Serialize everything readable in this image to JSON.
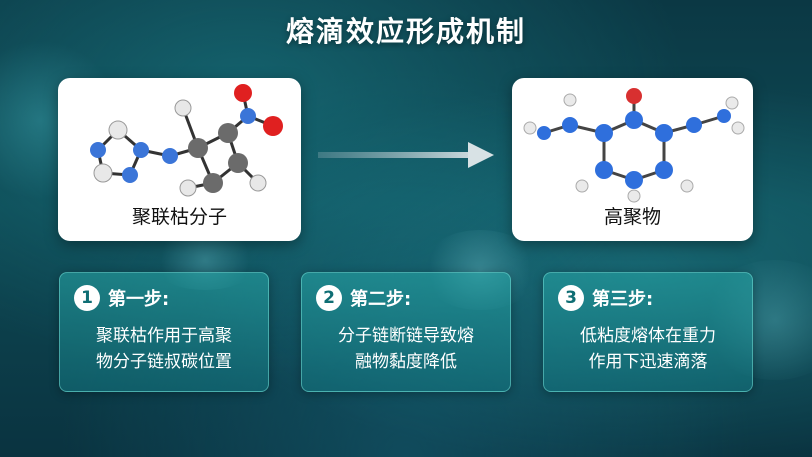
{
  "title": "熔滴效应形成机制",
  "left_card": {
    "label": "聚联枯分子"
  },
  "right_card": {
    "label": "高聚物"
  },
  "steps": [
    {
      "num": "1",
      "title": "第一步:",
      "line1": "聚联枯作用于高聚",
      "line2": "物分子链叔碳位置"
    },
    {
      "num": "2",
      "title": "第二步:",
      "line1": "分子链断链导致熔",
      "line2": "融物黏度降低"
    },
    {
      "num": "3",
      "title": "第三步:",
      "line1": "低粘度熔体在重力",
      "line2": "作用下迅速滴落"
    }
  ],
  "colors": {
    "accent": "#2aa9aa",
    "background": "#0e4a55"
  },
  "icons": [
    "right-arrow-icon",
    "molecule-illustration"
  ]
}
